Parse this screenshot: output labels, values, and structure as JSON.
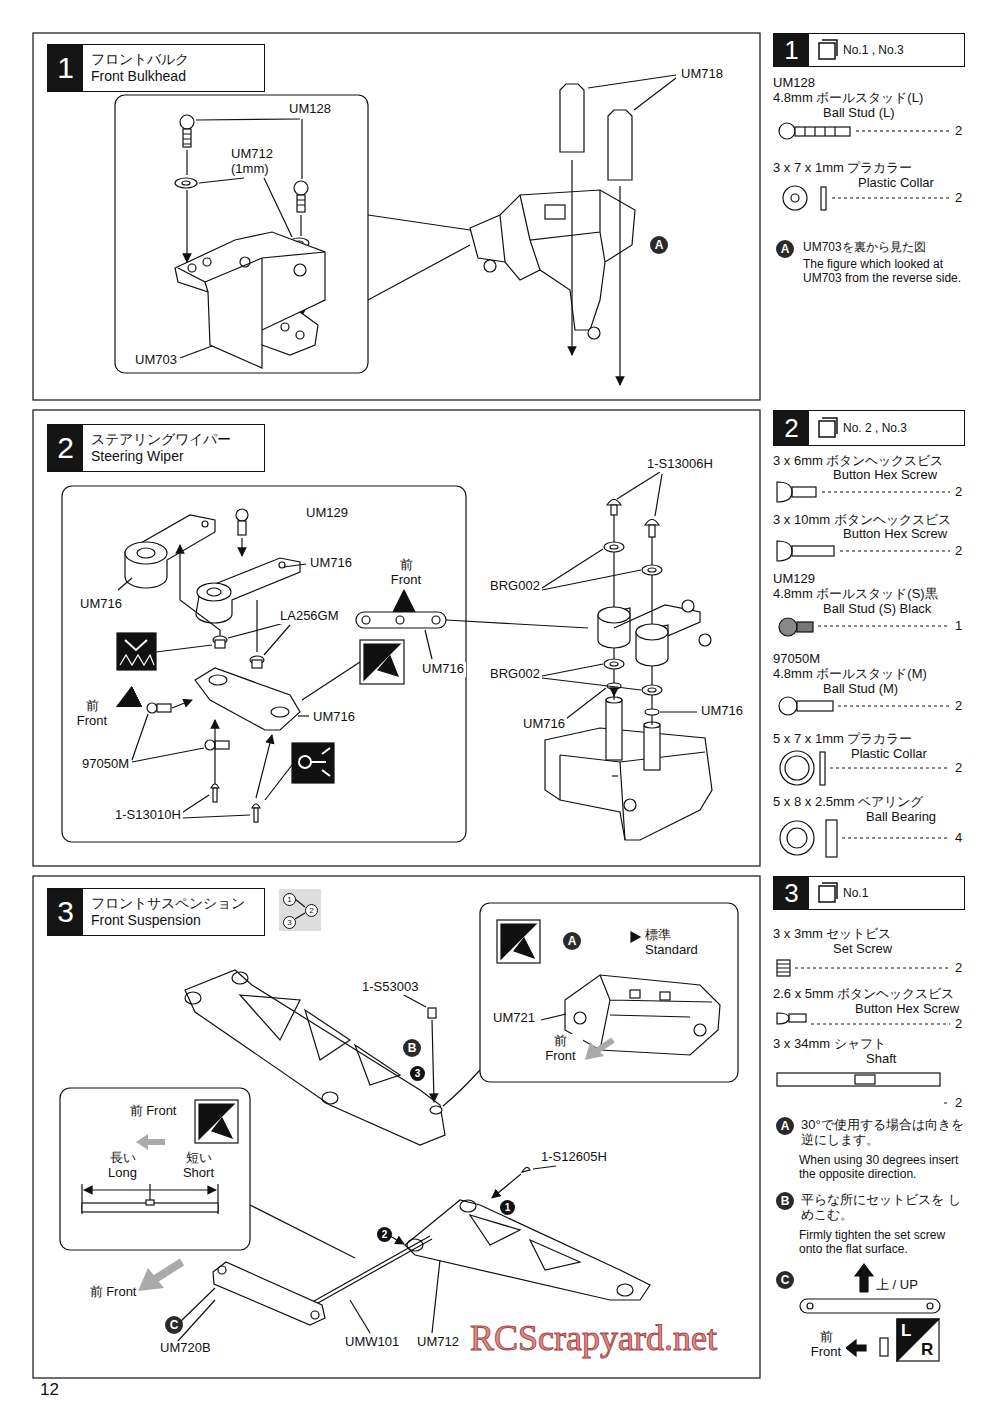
{
  "diagram": {
    "nodes": [
      {
        "text": [
          "1",
          "フロントバルク Front Bulkhead"
        ]
      },
      {
        "text": [
          "1",
          "No.1 , No.3"
        ]
      },
      {
        "text": [
          "2",
          "ステアリングワイパー Steering Wiper"
        ]
      },
      {
        "text": [
          "2",
          "No. 2 , No.3"
        ]
      },
      {
        "text": [
          "3",
          "フロントサスペンション Front Suspension"
        ]
      },
      {
        "text": [
          "3",
          "No.1"
        ]
      }
    ],
    "labels": [
      "UM718",
      "UM128",
      "UM712 (1mm)",
      "UM703",
      "A",
      "UM128",
      "4.8mm ボールスタッド(L)",
      "Ball Stud (L)",
      "2",
      "3 x 7 x 1mm プラカラー",
      "Plastic Collar",
      "2",
      "A",
      "UM703を裏から見た図",
      "The figure which looked at UM703 from the reverse side.",
      "1-S13006H",
      "UM129",
      "UM716",
      "前 Front",
      "UM716",
      "LA256GM",
      "BRG002",
      "UM716",
      "BRG002",
      "前 Front",
      "UM716",
      "UM716",
      "UM716",
      "97050M",
      "1-S13010H",
      "3 x 6mm ボタンヘックスビス",
      "Button Hex Screw",
      "2",
      "3 x 10mm ボタンヘックスビス",
      "Button Hex Screw",
      "2",
      "UM129",
      "4.8mm ボールスタッド(S)黒",
      "Ball Stud (S) Black",
      "1",
      "97050M",
      "4.8mm ボールスタッド(M)",
      "Ball Stud (M)",
      "2",
      "5 x 7 x 1mm プラカラー",
      "Plastic Collar",
      "2",
      "5 x 8 x 2.5mm ベアリング",
      "Ball Bearing",
      "4",
      "1",
      "2",
      "3",
      "A",
      "標準 Standard",
      "UM721",
      "前 Front",
      "1-S53003",
      "B",
      "3",
      "前 Front",
      "長い Long",
      "短い Short",
      "1-S12605H",
      "1",
      "2",
      "前 Front",
      "C",
      "UM720B",
      "UMW101",
      "UM712",
      "L",
      "R",
      "3 x 3mm セットビス",
      "Set Screw",
      "2",
      "2.6 x 5mm ボタンヘックスビス",
      "Button Hex Screw",
      "2",
      "3 x 34mm シャフト",
      "Shaft",
      "2",
      "A",
      "30°で使用する場合は向きを 逆にします。",
      "When using 30 degrees insert the opposite direction.",
      "B",
      "平らな所にセットビスを しめこむ。",
      "Firmly tighten the set screw onto the flat surface.",
      "C",
      "上 / UP",
      "前 Front",
      "RCScrapyard.net",
      "12"
    ]
  }
}
